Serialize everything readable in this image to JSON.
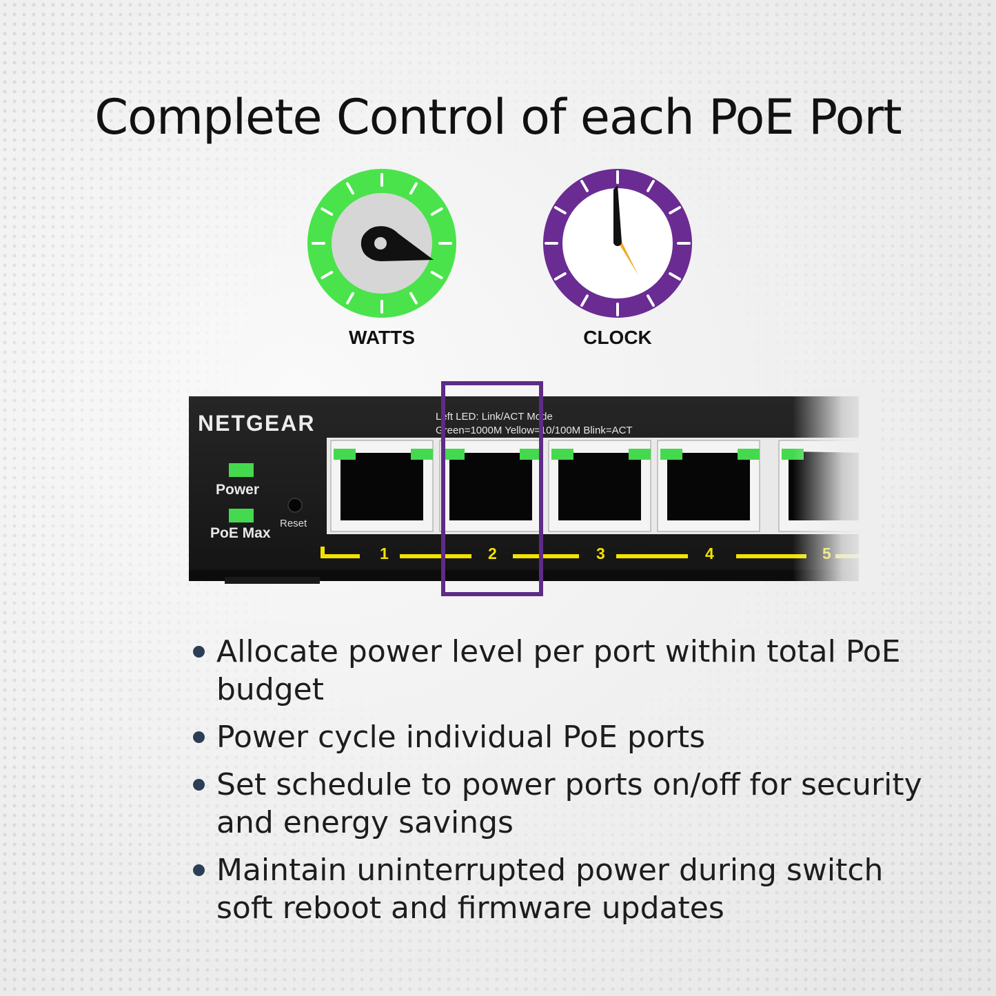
{
  "title": "Complete Control of each PoE Port",
  "icons": [
    {
      "name": "watts-icon",
      "label": "WATTS",
      "color": "#4be34b"
    },
    {
      "name": "clock-icon",
      "label": "CLOCK",
      "color": "#6a2c92"
    }
  ],
  "switch": {
    "brand": "NETGEAR",
    "power_label": "Power",
    "poe_max_label": "PoE Max",
    "reset_label": "Reset",
    "legend_line1": "Left LED: Link/ACT Mode",
    "legend_line2": "Green=1000M  Yellow=10/100M  Blink=ACT",
    "port_numbers": [
      "1",
      "2",
      "3",
      "4",
      "5"
    ],
    "led_color": "#44d94e",
    "line_color": "#f2e200",
    "highlight_color": "#5e2b86"
  },
  "bullets": [
    "Allocate power level per port within total PoE budget",
    "Power cycle individual PoE ports",
    "Set schedule to power ports on/off for security and energy savings",
    "Maintain uninterrupted power during switch soft reboot and firmware updates"
  ]
}
